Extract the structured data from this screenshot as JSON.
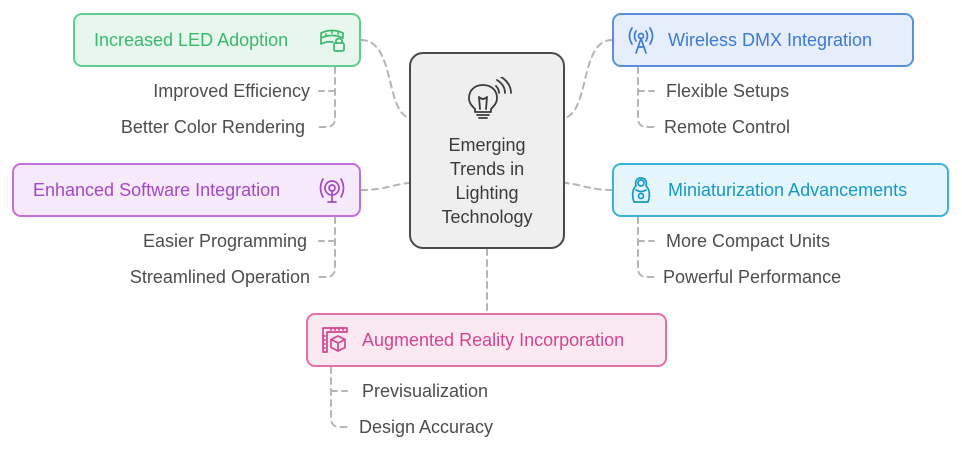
{
  "center": {
    "title": "Emerging\nTrends in\nLighting\nTechnology",
    "icon": "lightbulb-wifi-icon"
  },
  "branches": {
    "led": {
      "label": "Increased LED Adoption",
      "icon": "led-strip-icon",
      "color": "#3ab96e",
      "items": [
        "Improved Efficiency",
        "Better Color Rendering"
      ]
    },
    "dmx": {
      "label": "Wireless DMX Integration",
      "icon": "broadcast-tower-icon",
      "color": "#3d79d6",
      "items": [
        "Flexible Setups",
        "Remote Control"
      ]
    },
    "software": {
      "label": "Enhanced Software Integration",
      "icon": "radio-signal-icon",
      "color": "#a449c6",
      "items": [
        "Easier Programming",
        "Streamlined Operation"
      ]
    },
    "mini": {
      "label": "Miniaturization Advancements",
      "icon": "nesting-doll-icon",
      "color": "#1799c4",
      "items": [
        "More Compact Units",
        "Powerful Performance"
      ]
    },
    "ar": {
      "label": "Augmented Reality Incorporation",
      "icon": "ar-cube-ruler-icon",
      "color": "#d2458f",
      "items": [
        "Previsualization",
        "Design Accuracy"
      ]
    }
  }
}
